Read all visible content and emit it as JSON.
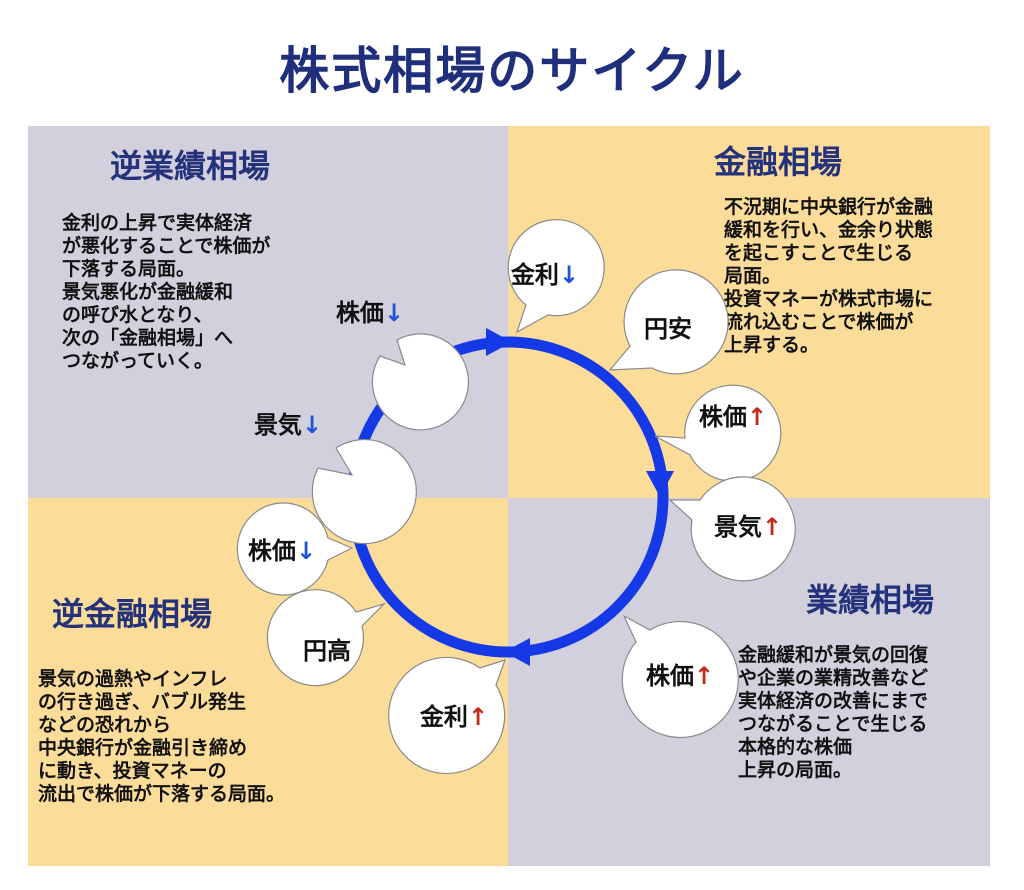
{
  "title": "株式相場のサイクル",
  "quadrants": {
    "top_left": {
      "title": "逆業績相場",
      "text": "金利の上昇で実体経済\nが悪化することで株価が\n下落する局面。\n景気悪化が金融緩和\nの呼び水となり、\n次の「金融相場」へ\nつながっていく。"
    },
    "top_right": {
      "title": "金融相場",
      "text": "不況期に中央銀行が金融\n緩和を行い、金余り状態\nを起こすことで生じる\n局面。\n投資マネーが株式市場に\n流れ込むことで株価が\n上昇する。"
    },
    "bottom_right": {
      "title": "業績相場",
      "text": "金融緩和が景気の回復\nや企業の業精改善など\n実体経済の改善にまで\nつながることで生じる\n本格的な株価\n上昇の局面。"
    },
    "bottom_left": {
      "title": "逆金融相場",
      "text": "景気の過熱やインフレ\nの行き過ぎ、バブル発生\nなどの恐れから\n中央銀行が金融引き締め\nに動き、投資マネーの\n流出で株価が下落する局面。"
    }
  },
  "bubbles": [
    {
      "label": "金利",
      "arrow": "↓",
      "direction": "down"
    },
    {
      "label": "円安",
      "arrow": "",
      "direction": "none"
    },
    {
      "label": "株価",
      "arrow": "↑",
      "direction": "up"
    },
    {
      "label": "景気",
      "arrow": "↑",
      "direction": "up"
    },
    {
      "label": "株価",
      "arrow": "↑",
      "direction": "up"
    },
    {
      "label": "金利",
      "arrow": "↑",
      "direction": "up"
    },
    {
      "label": "円高",
      "arrow": "",
      "direction": "none"
    },
    {
      "label": "株価",
      "arrow": "↓",
      "direction": "down"
    },
    {
      "label": "景気",
      "arrow": "↓",
      "direction": "down"
    },
    {
      "label": "株価",
      "arrow": "↓",
      "direction": "down"
    }
  ],
  "colors": {
    "cycle_arrow": "#1539e6",
    "arrow_down": "#1e53d8",
    "arrow_up": "#c42a1a",
    "purple_quadrant": "#d2d0dc",
    "yellow_quadrant": "#fbdc98",
    "title": "#1f2f7c"
  }
}
